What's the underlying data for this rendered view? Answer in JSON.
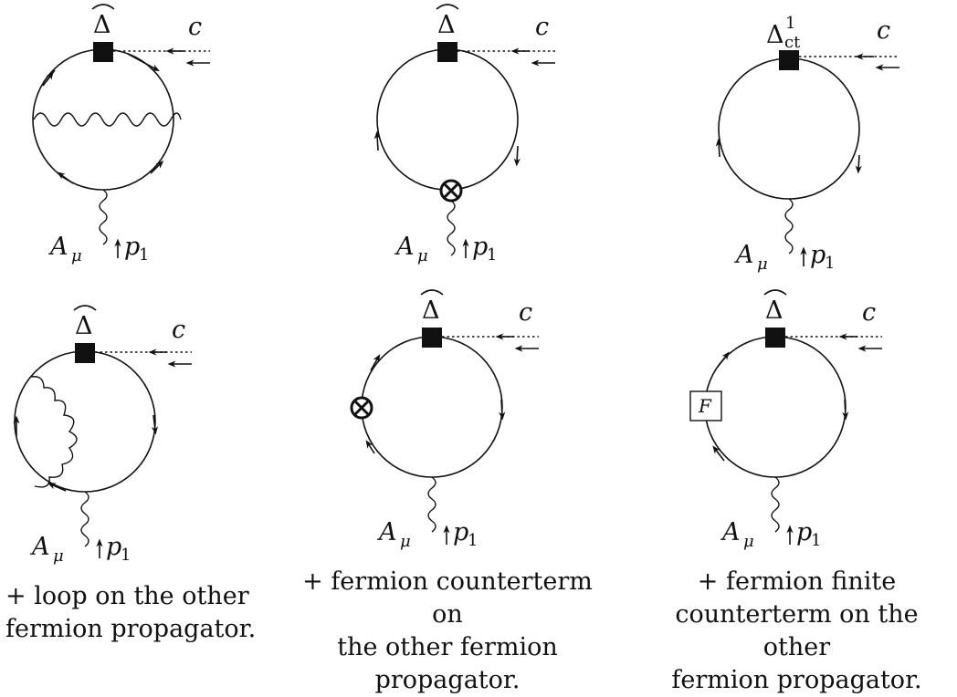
{
  "labels": {
    "delta_hat": "Δ",
    "delta_ct": "Δ",
    "delta_ct_sub": "ct",
    "delta_ct_sup": "1",
    "ghost": "c",
    "photon": "A",
    "photon_index": "μ",
    "momentum": "p",
    "momentum_index": "1",
    "finite_box": "F"
  },
  "captions": {
    "d4": [
      "+ loop on the other",
      "fermion propagator."
    ],
    "d5": [
      "+ fermion counterterm on",
      "the other fermion",
      "propagator."
    ],
    "d6": [
      "+ fermion finite",
      "counterterm on the other",
      "fermion propagator."
    ]
  }
}
